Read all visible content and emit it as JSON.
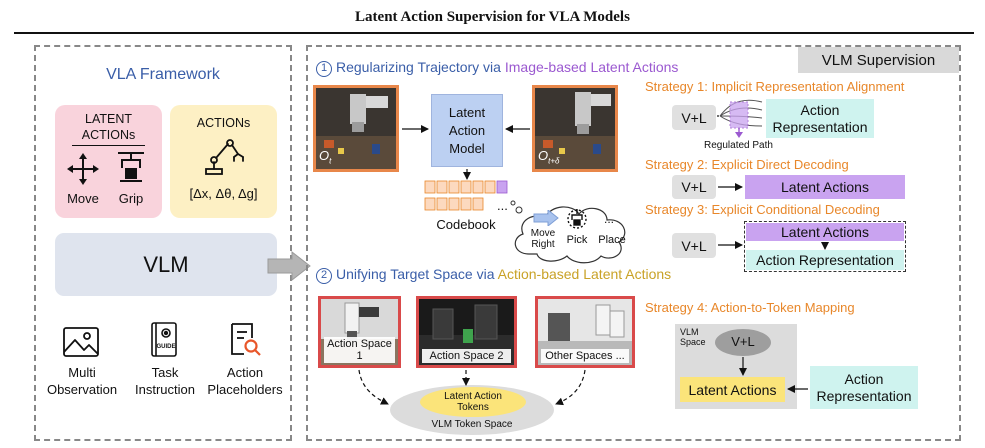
{
  "title": "Latent Action Supervision for VLA Models",
  "left_panel": {
    "heading": "VLA Framework",
    "latent_card": {
      "title": "LATENT ACTIONs",
      "move_label": "Move",
      "grip_label": "Grip"
    },
    "action_card": {
      "title": "ACTIONs",
      "formula": "[Δx, Δθ, Δg]"
    },
    "vlm_label": "VLM",
    "inputs": [
      {
        "label": "Multi Observation",
        "icon": "image-icon"
      },
      {
        "label": "Task Instruction",
        "icon": "guide-book-icon",
        "icon_text": "GUIDE"
      },
      {
        "label": "Action Placeholders",
        "icon": "search-document-icon"
      }
    ]
  },
  "right_panel": {
    "badge": "VLM Supervision",
    "section1": {
      "number": "1",
      "prefix": "Regularizing Trajectory via ",
      "highlight": "Image-based Latent Actions"
    },
    "section2": {
      "number": "2",
      "prefix": "Unifying Target Space via ",
      "highlight": "Action-based Latent Actions"
    },
    "obs_t": "O",
    "obs_t_sub": "t",
    "obs_t1": "O",
    "obs_t1_sub": "t+δ",
    "lam_label": "Latent Action Model",
    "codebook_label": "Codebook",
    "ellipsis": "...",
    "cloud": {
      "move_label": "Move Right",
      "pick_label": "Pick",
      "place_label": "Place",
      "ellipsis": "..."
    },
    "strategies": [
      {
        "title": "Strategy 1: Implicit Representation Alignment",
        "input": "V+L",
        "target": "Action Representation",
        "note": "Regulated Path"
      },
      {
        "title": "Strategy 2: Explicit Direct Decoding",
        "input": "V+L",
        "target": "Latent Actions"
      },
      {
        "title": "Strategy 3: Explicit Conditional Decoding",
        "input": "V+L",
        "target_top": "Latent Actions",
        "target_bottom": "Action Representation"
      },
      {
        "title": "Strategy 4: Action-to-Token Mapping",
        "space_label": "VLM Space",
        "input": "V+L",
        "target": "Latent Actions",
        "source": "Action Representation"
      }
    ],
    "spaces": [
      "Action Space 1",
      "Action Space 2",
      "Other Spaces ..."
    ],
    "token_space": {
      "inner": "Latent Action Tokens",
      "outer": "VLM Token Space"
    }
  },
  "colors": {
    "blue_text": "#3a5ea8",
    "purple_text": "#9b59d0",
    "gold_text": "#c9a227",
    "orange_text": "#e8872a",
    "latent_card": "#f9d3dc",
    "action_card": "#fdf0c4",
    "vlm_box": "#dfe4ee",
    "latent_box": "#c9a3f0",
    "rep_box": "#cff3ef",
    "token_box": "#fbe47a"
  }
}
